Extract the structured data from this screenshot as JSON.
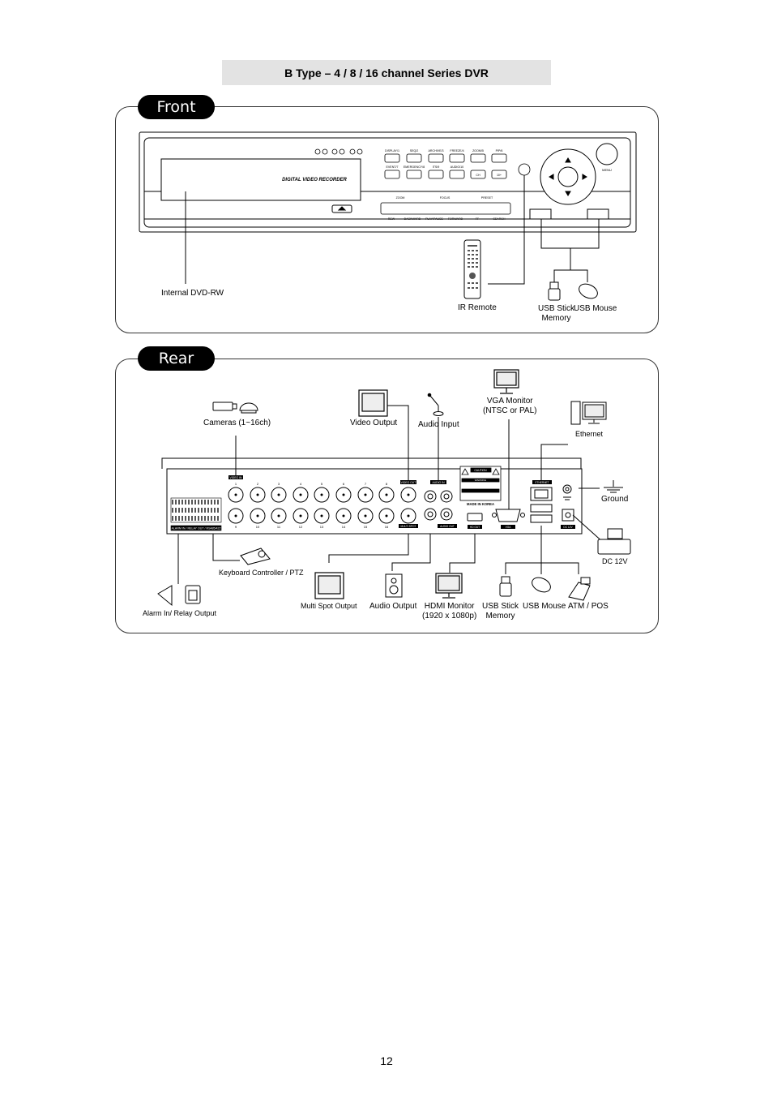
{
  "title": "B Type – 4 / 8 / 16 channel Series DVR",
  "front": {
    "tab": "Front",
    "device_label": "DIGITAL VIDEO RECORDER",
    "labels": {
      "dvd": "Internal DVD-RW",
      "ir_remote": "IR Remote",
      "usb_stick": "USB Stick\nMemory",
      "usb_mouse": "USB Mouse"
    },
    "buttons_row1": [
      "DISPLAY/1",
      "SEQ/2",
      "ARCHIVE/3",
      "FREEZE/4",
      "ZOOM/5",
      "PIP/6"
    ],
    "buttons_row2": [
      "EVENT/7",
      "EMERGENCY/8",
      "ITS/9",
      "AUDIO/10",
      "CH",
      "10+"
    ],
    "playback": [
      "REW",
      "BACKWARD",
      "PLAY/PAUSE",
      "FORWARD",
      "FF",
      "SEARCH"
    ],
    "playback_top": [
      "ZOOM",
      "FOCUS",
      "PRESET"
    ],
    "menu": "MENU"
  },
  "rear": {
    "tab": "Rear",
    "labels": {
      "cameras": "Cameras (1~16ch)",
      "video_output": "Video Output",
      "audio_input": "Audio Input",
      "vga_monitor": "VGA Monitor\n(NTSC or PAL)",
      "ethernet": "Ethernet",
      "ground": "Ground",
      "dc12v": "DC 12V",
      "keyboard": "Keyboard Controller / PTZ",
      "alarm": "Alarm In/ Relay Output",
      "multi_spot": "Multi Spot Output",
      "audio_output": "Audio Output",
      "hdmi": "HDMI Monitor\n(1920 x 1080p)",
      "usb_stick": "USB Stick\nMemory",
      "usb_mouse": "USB Mouse",
      "atm_pos": "ATM / POS"
    },
    "panel_labels": {
      "video_in": "VIDEO IN",
      "video_out": "VIDEO OUT",
      "audio_in": "AUDIO IN",
      "caution": "CAUTION",
      "warning": "WARNING",
      "made_in": "MADE IN KOREA",
      "ethernet": "ETHERNET",
      "alarm_bar": "ALARM IN / RELAY OUT / RS485/422",
      "multi_spot": "MULTI SPOT",
      "audio_out": "AUDIO OUT",
      "hd_out": "HD OUT",
      "vga": "VGA",
      "dc": "DC 12V"
    },
    "bnc_top": [
      "1",
      "2",
      "3",
      "4",
      "5",
      "6",
      "7",
      "8"
    ],
    "bnc_bottom": [
      "9",
      "10",
      "11",
      "12",
      "13",
      "14",
      "15",
      "16"
    ]
  },
  "page_number": "12"
}
